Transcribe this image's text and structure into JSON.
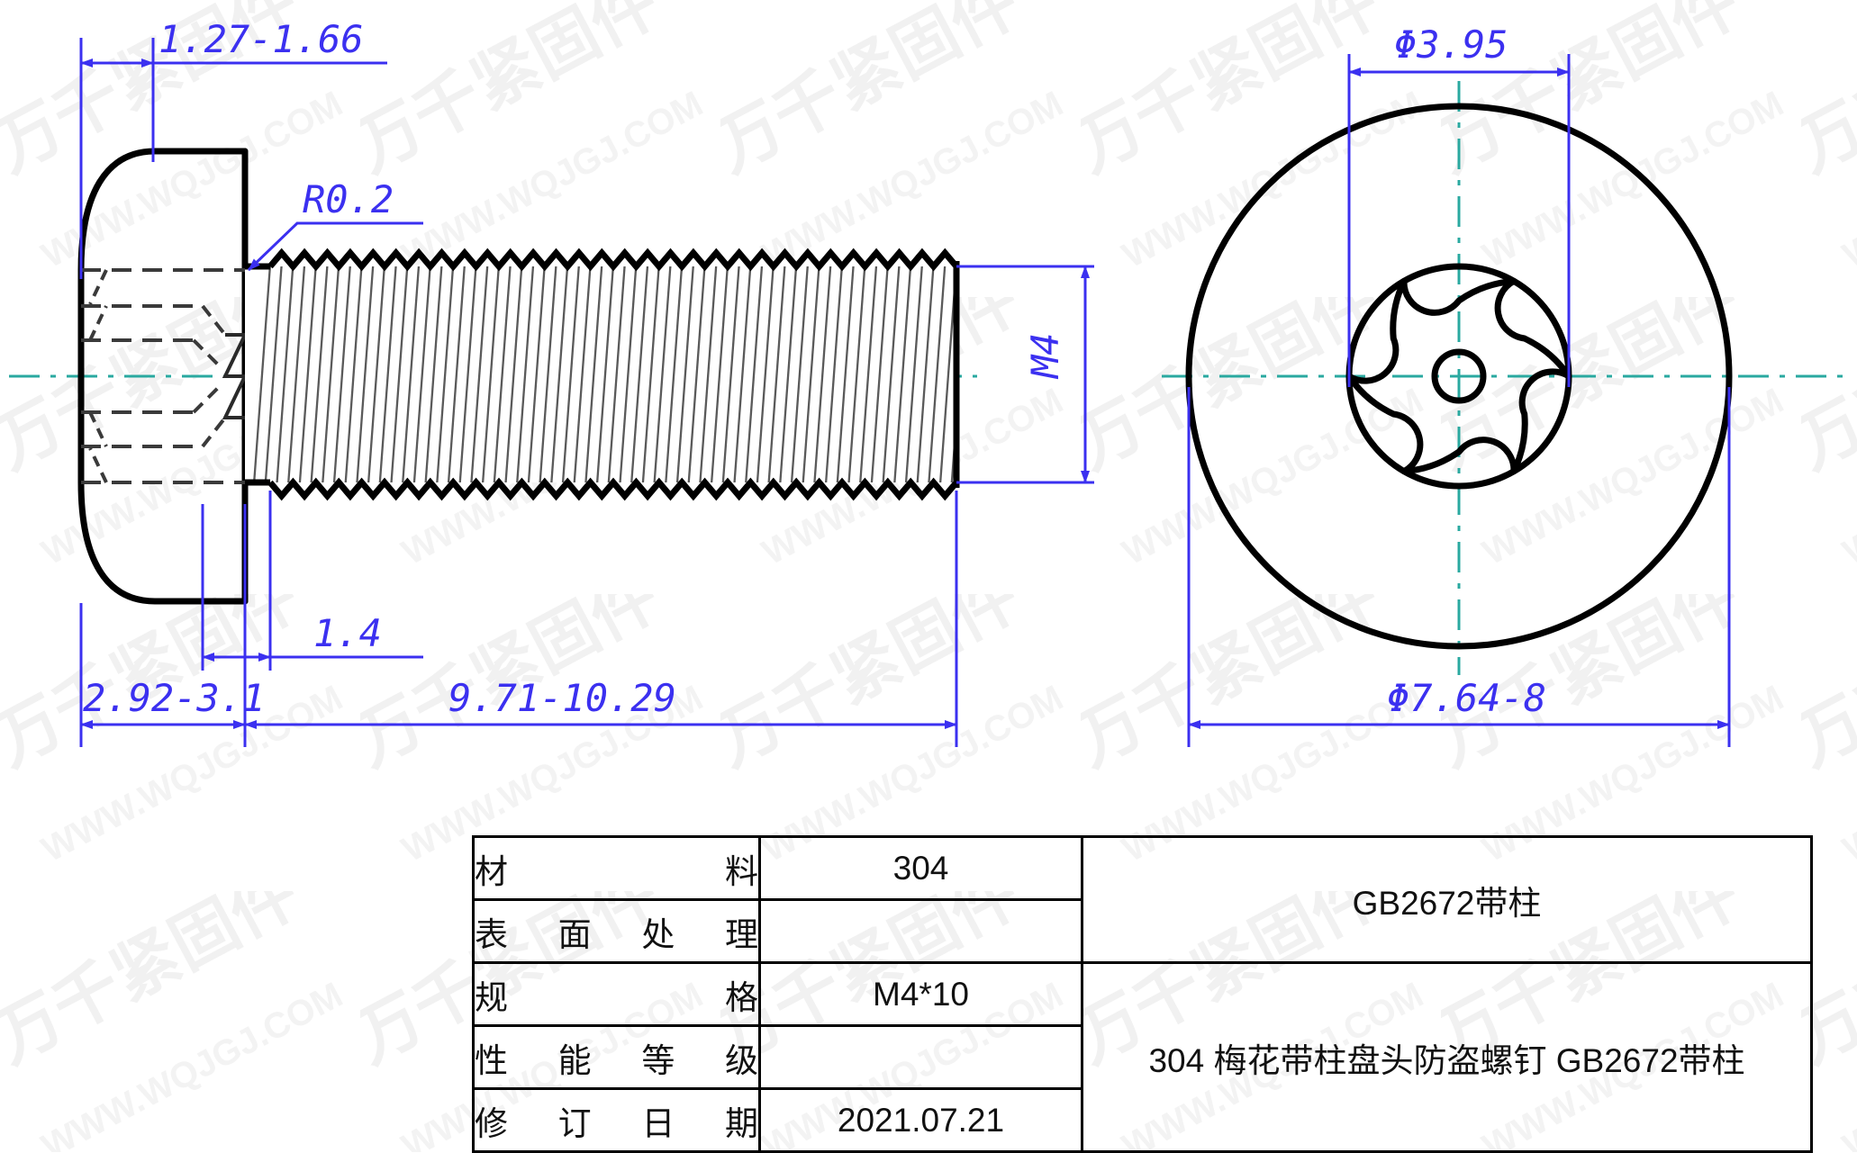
{
  "drawing": {
    "type": "mechanical-part-drawing",
    "part_name": "304 梅花带柱盘头防盗螺钉 GB2672带柱",
    "views": {
      "side": {
        "name": "side-elevation-view"
      },
      "end": {
        "name": "end-view"
      }
    }
  },
  "dimensions": {
    "head_height_range": "1.27-1.66",
    "fillet_radius": "R0.2",
    "head_thickness_range": "2.92-3.1",
    "thread_runout": "1.4",
    "shank_length_range": "9.71-10.29",
    "thread_spec": "M4",
    "socket_diameter": "Φ3.95",
    "head_diameter_range": "Φ7.64-8"
  },
  "titleblock": {
    "rows": [
      {
        "label": "材料",
        "label_chars": [
          "材",
          "料"
        ],
        "value": "304"
      },
      {
        "label": "表面处理",
        "label_chars": [
          "表",
          "面",
          "处",
          "理"
        ],
        "value": ""
      },
      {
        "label": "规格",
        "label_chars": [
          "规",
          "格"
        ],
        "value": "M4*10"
      },
      {
        "label": "性能等级",
        "label_chars": [
          "性",
          "能",
          "等",
          "级"
        ],
        "value": ""
      },
      {
        "label": "修订日期",
        "label_chars": [
          "修",
          "订",
          "日",
          "期"
        ],
        "value": "2021.07.21"
      }
    ],
    "standard": "GB2672带柱",
    "description": "304 梅花带柱盘头防盗螺钉 GB2672带柱"
  },
  "watermark": {
    "cjk": "万千紧固件",
    "url": "WWW.WQJGJ.COM"
  },
  "colors": {
    "dimension": "#3B30F0",
    "outline": "#000000",
    "centerline": "#2AA9A0",
    "hidden": "#333333",
    "watermark": "#f0f0f0",
    "background": "#ffffff"
  }
}
